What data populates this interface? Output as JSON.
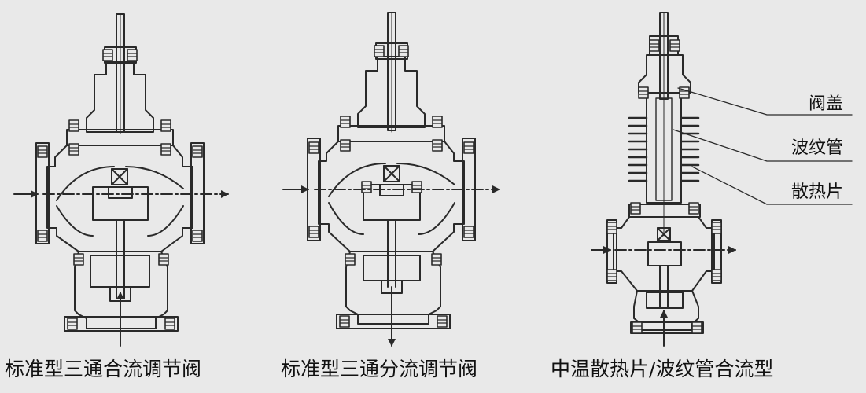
{
  "diagrams": [
    {
      "id": "mixing",
      "caption": "标准型三通合流调节阀"
    },
    {
      "id": "diverting",
      "caption": "标准型三通分流调节阀"
    },
    {
      "id": "medium-temp",
      "caption": "中温散热片/波纹管合流型"
    }
  ],
  "callouts": [
    "阀盖",
    "波纹管",
    "散热片"
  ],
  "colors": {
    "line": "#2a2a2a",
    "background": "#e9e9e9",
    "text": "#111111"
  }
}
